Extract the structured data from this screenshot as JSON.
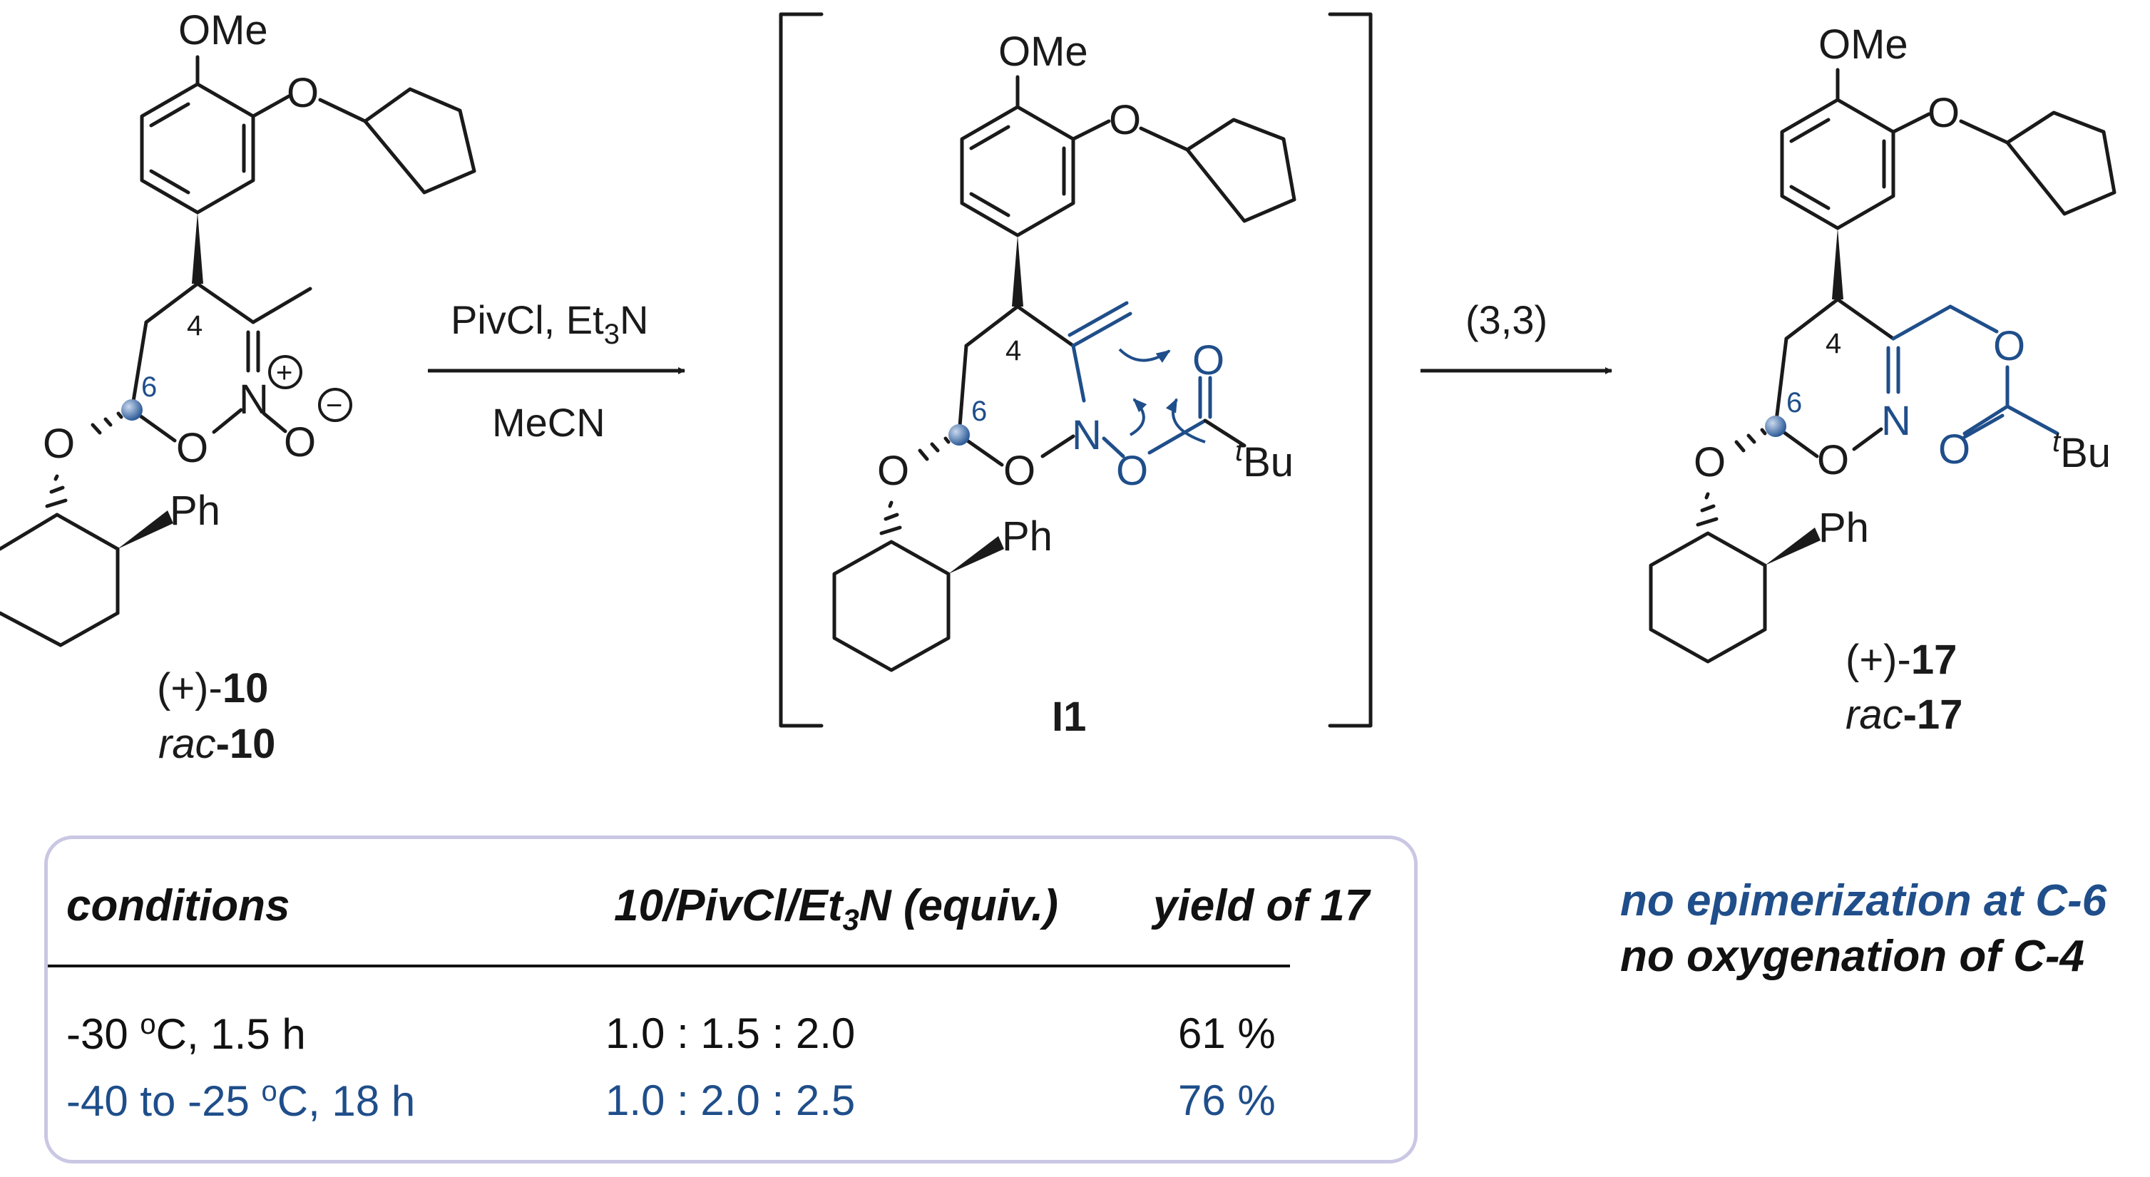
{
  "compound_10": {
    "label_line1_prefix": "(+)-",
    "label_line1_num": "10",
    "label_line2_prefix": "rac",
    "label_line2_num": "-10"
  },
  "intermediate": {
    "label": "I1"
  },
  "compound_17": {
    "label_line1_prefix": "(+)-",
    "label_line1_num": "17",
    "label_line2_prefix": "rac",
    "label_line2_num": "-17"
  },
  "arrow1": {
    "reagents_above": "PivCl, Et",
    "reagents_above_sub": "3",
    "reagents_above_end": "N",
    "solvent_below": "MeCN"
  },
  "arrow2": {
    "label": "(3,3)"
  },
  "atoms": {
    "ome": "OMe",
    "o": "O",
    "n": "N",
    "ph": "Ph",
    "tbu_sup": "t",
    "tbu": "Bu",
    "plus": "+",
    "minus": "−",
    "pos4": "4",
    "pos6": "6"
  },
  "table": {
    "headers": [
      "conditions",
      "10/PivCl/Et",
      "3",
      "N (equiv.)",
      "yield of 17"
    ],
    "rows": [
      {
        "cond_pre": "-30 ",
        "cond_sup": "o",
        "cond_post": "C, 1.5 h",
        "equiv": "1.0 : 1.5 : 2.0",
        "yield": "61 %"
      },
      {
        "cond_pre": "-40 to -25 ",
        "cond_sup": "o",
        "cond_post": "C, 18 h",
        "equiv": "1.0 : 2.0 : 2.5",
        "yield": "76 %"
      }
    ]
  },
  "notes": {
    "line1": "no epimerization at C-6",
    "line2": "no oxygenation of C-4"
  },
  "colors": {
    "highlight": "#1f4e8a",
    "text": "#1a1a1a",
    "box_border": "#c9c7e3"
  }
}
